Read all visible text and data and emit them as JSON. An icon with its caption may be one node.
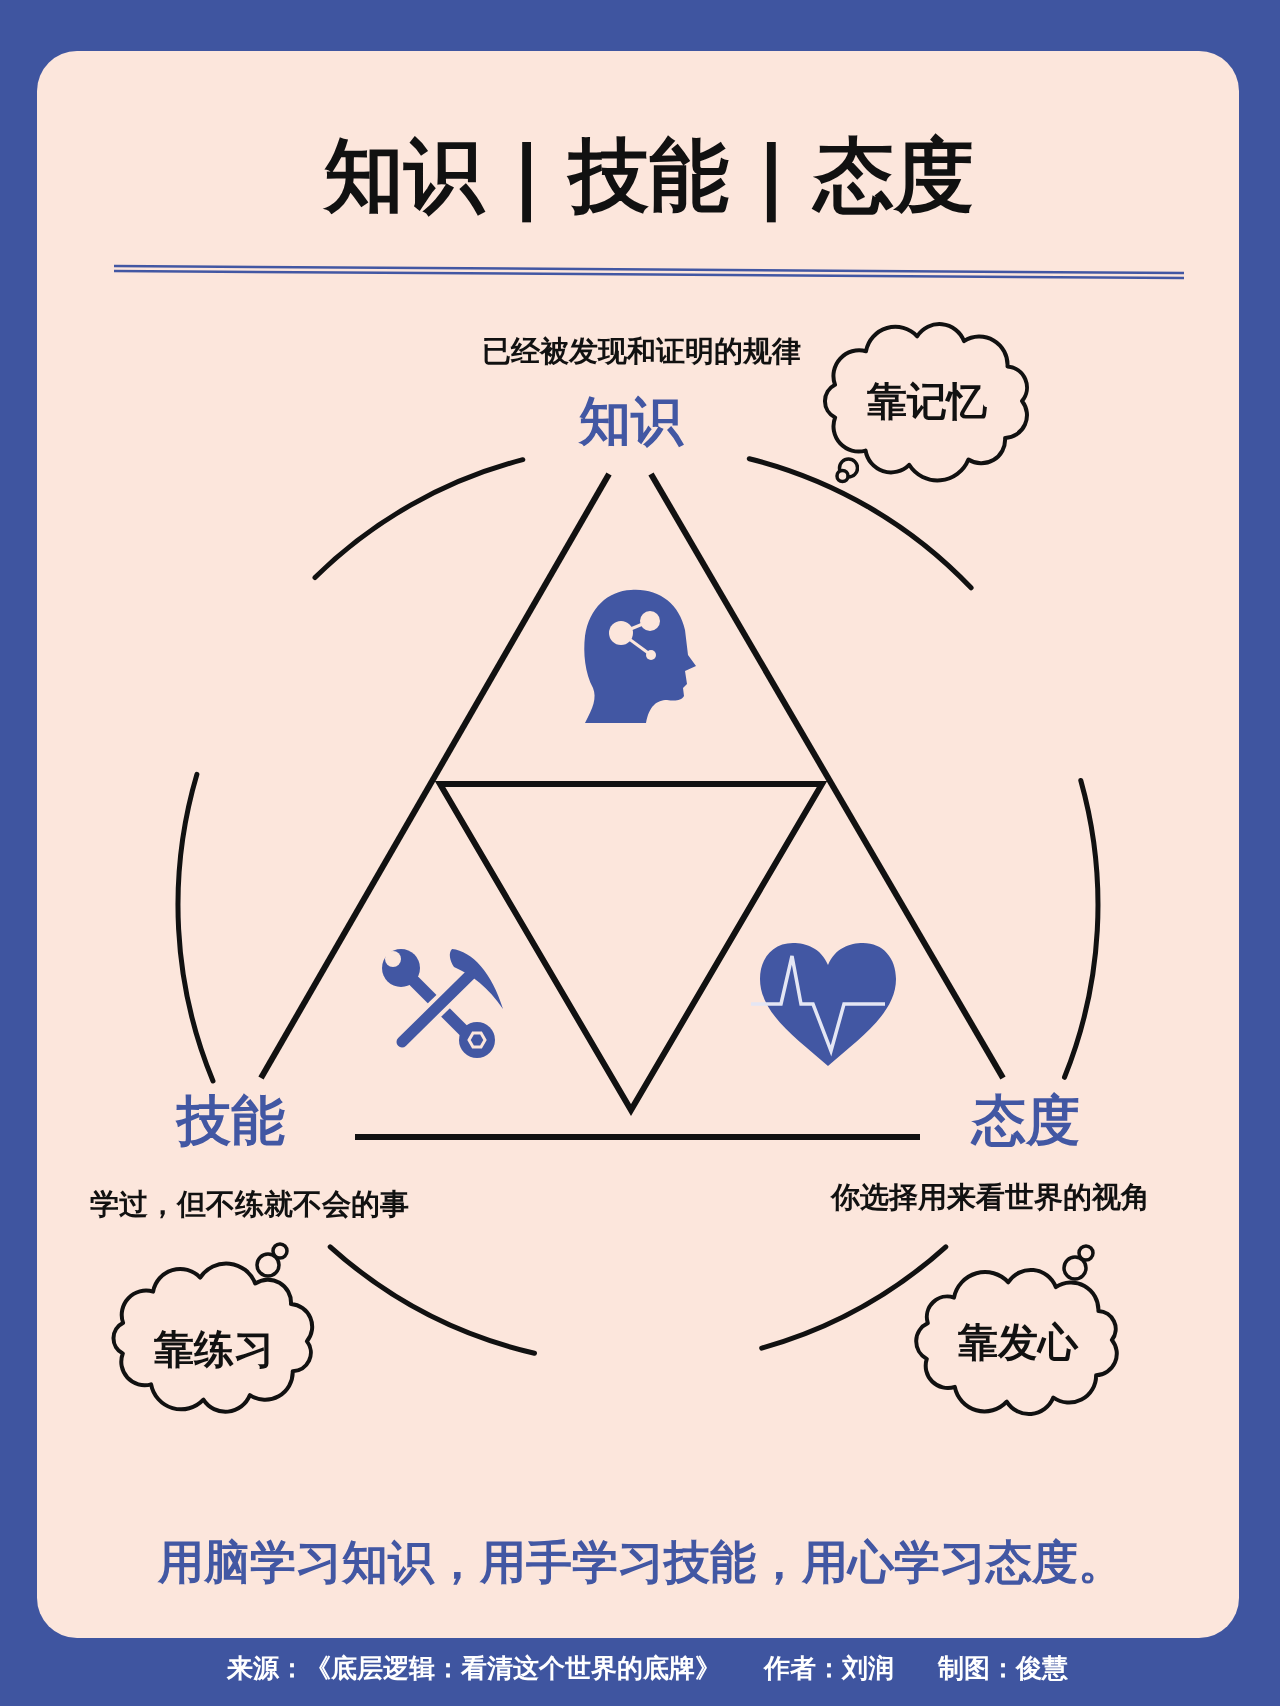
{
  "diagram": {
    "title": "知识 | 技能 | 态度",
    "nodes": [
      {
        "text": [
          "靠记忆"
        ]
      },
      {
        "text": [
          "靠练习"
        ]
      },
      {
        "text": [
          "靠发心"
        ]
      }
    ],
    "labels": [
      "已经被发现和证明的规律",
      "知识",
      "技能",
      "态度",
      "学过，但不练就不会的事",
      "你选择用来看世界的视角",
      "来源：《底层逻辑：看清这个世界的底牌》",
      "作者：刘润",
      "制图：俊慧"
    ],
    "caption": "用脑学习知识，用手学习技能，用心学习态度。"
  }
}
